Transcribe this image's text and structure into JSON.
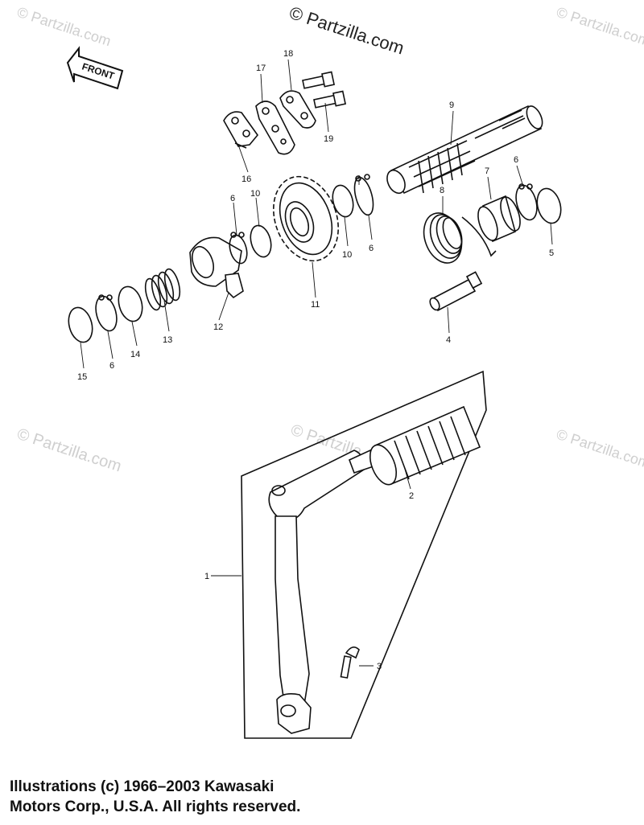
{
  "watermark": {
    "main": "© Partzilla.com",
    "faint": "© Partzilla.com"
  },
  "front_label": "FRONT",
  "callouts": [
    "1",
    "2",
    "3",
    "4",
    "5",
    "6",
    "7",
    "8",
    "9",
    "10",
    "11",
    "12",
    "13",
    "14",
    "15",
    "16",
    "17",
    "18",
    "19"
  ],
  "callout_labels": {
    "c1": "1",
    "c2": "2",
    "c3": "3",
    "c4": "4",
    "c5": "5",
    "c6a": "6",
    "c6b": "6",
    "c6c": "6",
    "c6d": "6",
    "c7": "7",
    "c8": "8",
    "c9": "9",
    "c10a": "10",
    "c10b": "10",
    "c11": "11",
    "c12": "12",
    "c13": "13",
    "c14": "14",
    "c15": "15",
    "c16": "16",
    "c17": "17",
    "c18": "18",
    "c19": "19"
  },
  "copyright": {
    "line1": "Illustrations (c) 1966–2003 Kawasaki",
    "line2": "Motors Corp., U.S.A.  All rights reserved."
  }
}
